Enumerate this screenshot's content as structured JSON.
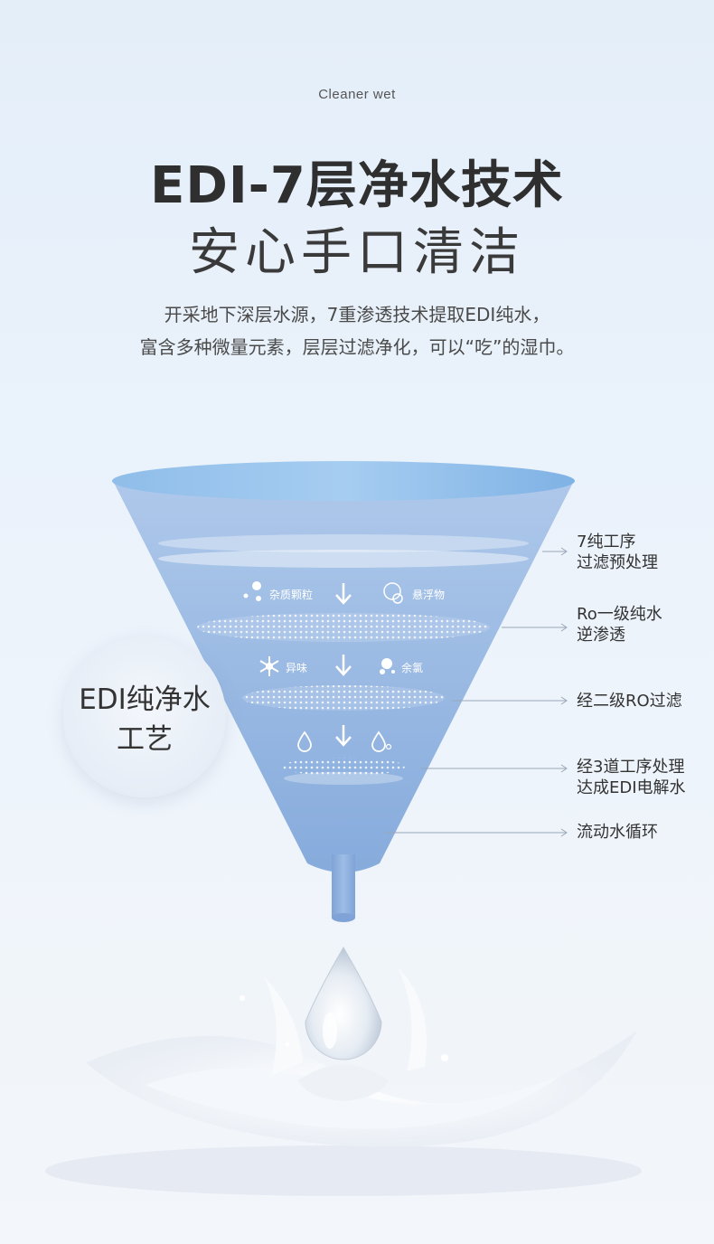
{
  "header": {
    "brand": "Cleaner wet",
    "title": "EDI-7层净水技术",
    "subtitle": "安心手口清洁",
    "desc_line1": "开采地下深层水源，7重渗透技术提取EDI纯水，",
    "desc_line2": "富含多种微量元素，层层过滤净化，可以“吃”的湿巾。"
  },
  "badge": {
    "line1": "EDI纯净水",
    "line2": "工艺"
  },
  "stages": [
    {
      "line1": "7纯工序",
      "line2": "过滤预处理"
    },
    {
      "line1": "Ro一级纯水",
      "line2": "逆渗透"
    },
    {
      "line1": "经二级RO过滤",
      "line2": ""
    },
    {
      "line1": "经3道工序处理",
      "line2": "达成EDI电解水"
    },
    {
      "line1": "流动水循环",
      "line2": ""
    }
  ],
  "impurities": {
    "row1_left": "杂质颗粒",
    "row1_right": "悬浮物",
    "row2_left": "异味",
    "row2_right": "余氯"
  },
  "colors": {
    "funnel_top": "#a9c4e8",
    "funnel_bottom": "#7ea7dd",
    "rim": "#7fb3e6",
    "text_dark": "#2f2f2f"
  }
}
